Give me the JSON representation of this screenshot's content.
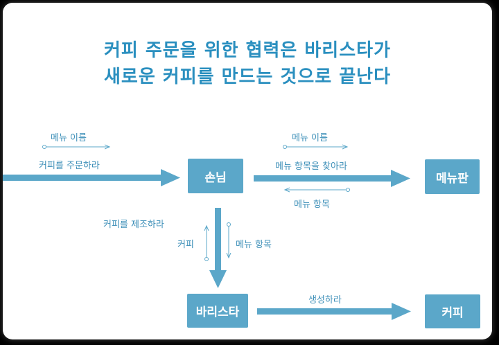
{
  "title": {
    "line1": "커피 주문을 위한 협력은 바리스타가",
    "line2": "새로운 커피를 만드는 것으로 끝난다"
  },
  "nodes": {
    "customer": "손님",
    "menu_board": "메뉴판",
    "barista": "바리스타",
    "coffee": "커피"
  },
  "labels": {
    "menu_name_left": "메뉴 이름",
    "order_coffee": "커피를 주문하라",
    "menu_name_right": "메뉴 이름",
    "find_menu_item": "메뉴 항목을 찾아라",
    "menu_item_return": "메뉴 항목",
    "make_coffee": "커피를 제조하라",
    "coffee_return": "커피",
    "menu_item_down": "메뉴 항목",
    "create": "생성하라"
  },
  "colors": {
    "accent": "#5ba7c9",
    "title": "#2a8fbf",
    "label": "#3d8fb8",
    "frame": "#000000"
  }
}
